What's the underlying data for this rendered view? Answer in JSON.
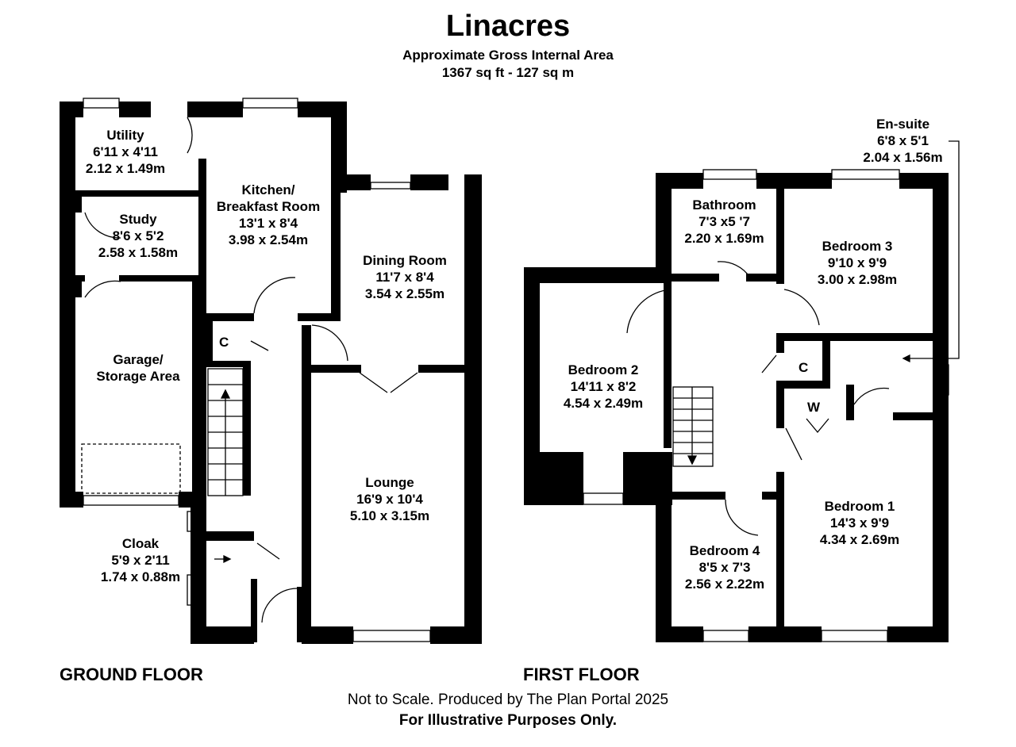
{
  "header": {
    "title": "Linacres",
    "subtitle": "Approximate Gross Internal Area",
    "area": "1367 sq ft - 127 sq m"
  },
  "floors": {
    "ground": "GROUND FLOOR",
    "first": "FIRST FLOOR"
  },
  "rooms": {
    "utility": {
      "name": "Utility",
      "imperial": "6'11 x 4'11",
      "metric": "2.12 x 1.49m"
    },
    "study": {
      "name": "Study",
      "imperial": "8'6 x 5'2",
      "metric": "2.58 x 1.58m"
    },
    "kitchen": {
      "name1": "Kitchen/",
      "name2": "Breakfast Room",
      "imperial": "13'1 x 8'4",
      "metric": "3.98 x 2.54m"
    },
    "dining": {
      "name": "Dining Room",
      "imperial": "11'7 x 8'4",
      "metric": "3.54 x 2.55m"
    },
    "garage": {
      "name1": "Garage/",
      "name2": "Storage Area"
    },
    "lounge": {
      "name": "Lounge",
      "imperial": "16'9 x 10'4",
      "metric": "5.10 x 3.15m"
    },
    "cloak": {
      "name": "Cloak",
      "imperial": "5'9 x 2'11",
      "metric": "1.74 x 0.88m"
    },
    "ensuite": {
      "name": "En-suite",
      "imperial": "6'8 x 5'1",
      "metric": "2.04 x 1.56m"
    },
    "bathroom": {
      "name": "Bathroom",
      "imperial": "7'3 x5 '7",
      "metric": "2.20 x 1.69m"
    },
    "bedroom3": {
      "name": "Bedroom 3",
      "imperial": "9'10 x 9'9",
      "metric": "3.00 x 2.98m"
    },
    "bedroom2": {
      "name": "Bedroom 2",
      "imperial": "14'11 x 8'2",
      "metric": "4.54 x 2.49m"
    },
    "bedroom4": {
      "name": "Bedroom 4",
      "imperial": "8'5 x 7'3",
      "metric": "2.56 x 2.22m"
    },
    "bedroom1": {
      "name": "Bedroom 1",
      "imperial": "14'3 x 9'9",
      "metric": "4.34 x 2.69m"
    }
  },
  "tags": {
    "cupboard": "C",
    "wardrobe": "W"
  },
  "footer": {
    "line1": "Not to Scale. Produced by The Plan Portal 2025",
    "line2": "For Illustrative Purposes Only."
  }
}
